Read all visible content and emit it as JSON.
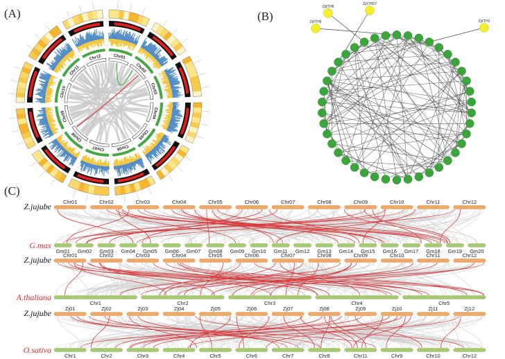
{
  "panels": {
    "a": "(A)",
    "b": "(B)",
    "c": "(C)"
  },
  "circos": {
    "chromosomes": [
      "Chr01",
      "Chr02",
      "Chr03",
      "Chr04",
      "Chr05",
      "Chr06",
      "Chr07",
      "Chr08",
      "Chr09",
      "Chr10",
      "Chr11",
      "Chr12"
    ]
  },
  "network": {
    "yellow_nodes": [
      "ZjXTH5",
      "ZjXTH6",
      "ZjXTH27",
      "ZjXTH1"
    ],
    "colors": {
      "yellow": "#f5ee2c",
      "green": "#3aa63a"
    }
  },
  "synteny": {
    "zj_name": "Z.jujube",
    "rows": [
      {
        "ref_chrs": [
          "Chr01",
          "Chr02",
          "Chr03",
          "Chr04",
          "Chr05",
          "Chr06",
          "Chr07",
          "Chr08",
          "Chr09",
          "Chr10",
          "Chr11",
          "Chr12"
        ],
        "other_name": "G.max",
        "other_chrs": [
          "Gm01",
          "Gm02",
          "Gm03",
          "Gm04",
          "Gm05",
          "Gm06",
          "Gm07",
          "Gm08",
          "Gm09",
          "Gm10",
          "Gm11",
          "Gm12",
          "Gm13",
          "Gm14",
          "Gm15",
          "Gm16",
          "Gm17",
          "Gm18",
          "Gm19",
          "Gm20"
        ]
      },
      {
        "ref_chrs": [
          "Chr01",
          "Chr02",
          "Chr03",
          "Chr04",
          "Chr05",
          "Chr06",
          "Chr07",
          "Chr08",
          "Chr09",
          "Chr10",
          "Chr11",
          "Chr12"
        ],
        "other_name": "A.thaliana",
        "other_chrs": [
          "Chr1",
          "Chr2",
          "Chr3",
          "Chr4",
          "Chr5"
        ]
      },
      {
        "ref_chrs": [
          "Zj01",
          "Zj02",
          "Zj03",
          "Zj04",
          "Zj05",
          "Zj06",
          "Zj07",
          "Zj08",
          "Zj09",
          "Zj10",
          "Zj11",
          "Zj12"
        ],
        "other_name": "O.sativa",
        "other_chrs": [
          "Chr1",
          "Chr2",
          "Chr3",
          "Chr4",
          "Chr5",
          "Chr6",
          "Chr7",
          "Chr8",
          "Chr11",
          "Chr9",
          "Chr10",
          "Chr12"
        ]
      }
    ],
    "colors": {
      "orange": "#f2a766",
      "green": "#9fce6e",
      "red_link": "#d9383a",
      "grey_link": "#cfcfcf",
      "name_red": "#e0262b"
    }
  }
}
